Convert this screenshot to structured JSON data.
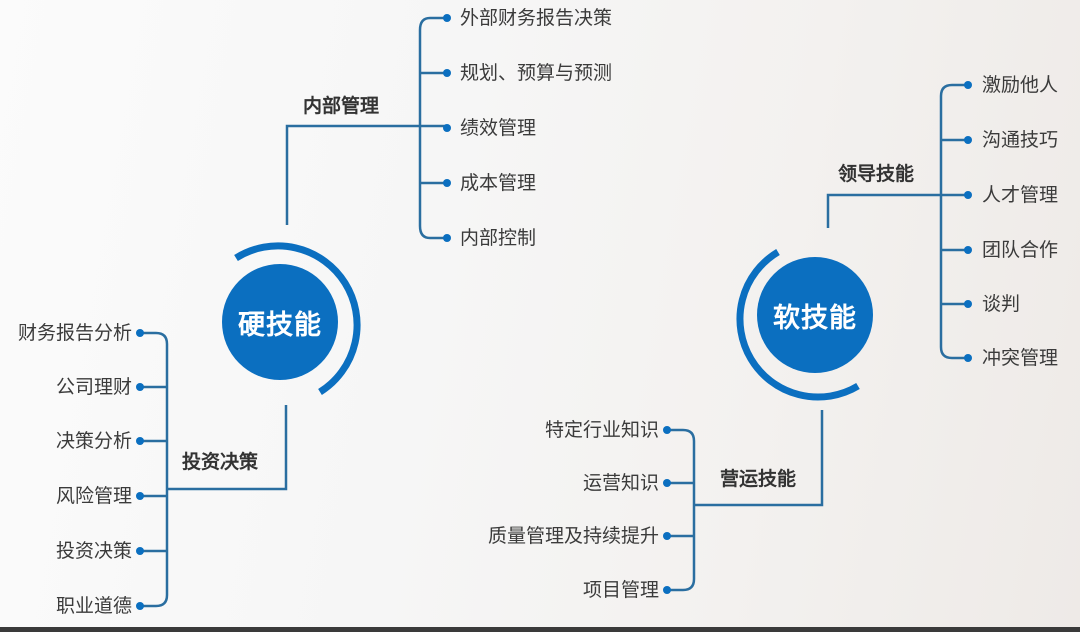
{
  "colors": {
    "accent": "#0b6fc0",
    "line": "#2a6ea0",
    "text": "#3b3b3b",
    "hub_text": "#ffffff"
  },
  "hard_skills": {
    "title": "硬技能",
    "internal_management": {
      "label": "内部管理",
      "items": [
        "外部财务报告决策",
        "规划、预算与预测",
        "绩效管理",
        "成本管理",
        "内部控制"
      ]
    },
    "investment_decision": {
      "label": "投资决策",
      "items": [
        "财务报告分析",
        "公司理财",
        "决策分析",
        "风险管理",
        "投资决策",
        "职业道德"
      ]
    }
  },
  "soft_skills": {
    "title": "软技能",
    "leadership": {
      "label": "领导技能",
      "items": [
        "激励他人",
        "沟通技巧",
        "人才管理",
        "团队合作",
        "谈判",
        "冲突管理"
      ]
    },
    "operations": {
      "label": "营运技能",
      "items": [
        "特定行业知识",
        "运营知识",
        "质量管理及持续提升",
        "项目管理"
      ]
    }
  }
}
